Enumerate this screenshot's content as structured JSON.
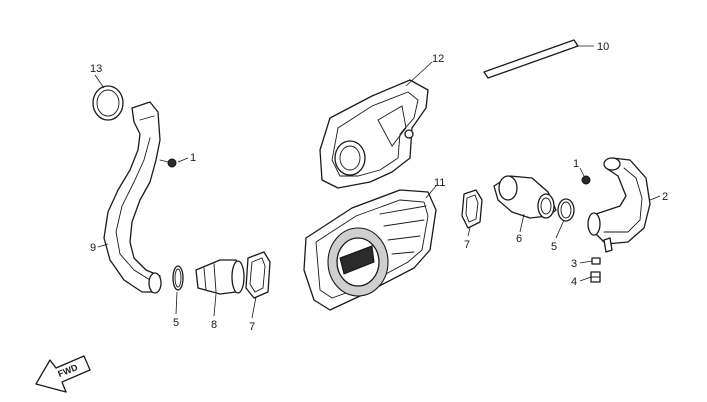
{
  "callouts": {
    "c13": "13",
    "c1_left": "1",
    "c9": "9",
    "c5_left": "5",
    "c8": "8",
    "c7_left": "7",
    "c12": "12",
    "c11": "11",
    "c7_mid": "7",
    "c6": "6",
    "c5_right": "5",
    "c1_right": "1",
    "c2": "2",
    "c3": "3",
    "c4": "4",
    "c10": "10"
  },
  "direction_marker": {
    "label": "FWD",
    "icon": "fwd-arrow-icon"
  },
  "colors": {
    "line": "#1a1a1a",
    "fill": "#ffffff",
    "shade": "#cfcfcf"
  }
}
